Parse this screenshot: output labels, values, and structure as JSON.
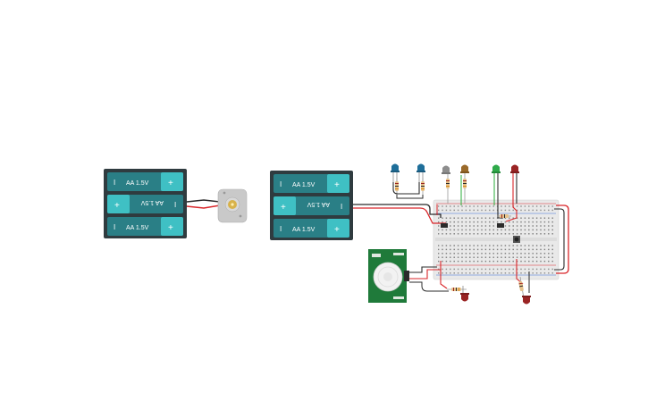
{
  "battery_pack_left": {
    "cells": [
      {
        "label": "AA 1.5V",
        "plus": "+",
        "minus": "I"
      },
      {
        "label": "AA 1.5V",
        "plus": "+",
        "minus": "I"
      },
      {
        "label": "AA 1.5V",
        "plus": "+",
        "minus": "I"
      }
    ]
  },
  "battery_pack_right": {
    "cells": [
      {
        "label": "AA 1.5V",
        "plus": "+",
        "minus": "I"
      },
      {
        "label": "AA 1.5V",
        "plus": "+",
        "minus": "I"
      },
      {
        "label": "AA 1.5V",
        "plus": "+",
        "minus": "I"
      }
    ]
  },
  "colors": {
    "battery_body": "#2f3b3f",
    "battery_cell": "#2a7f86",
    "battery_cap": "#3fc0c4",
    "breadboard": "#e9e9e9",
    "wire_red": "#d9262a",
    "wire_black": "#2b2b2b",
    "wire_green": "#3cb34a",
    "pir_board": "#1f7a3a",
    "led_blue": "#1f6f9a",
    "led_gray": "#8d8d8d",
    "led_brown": "#9a6a2a",
    "led_green": "#2faa4a",
    "led_red": "#9a2424"
  }
}
